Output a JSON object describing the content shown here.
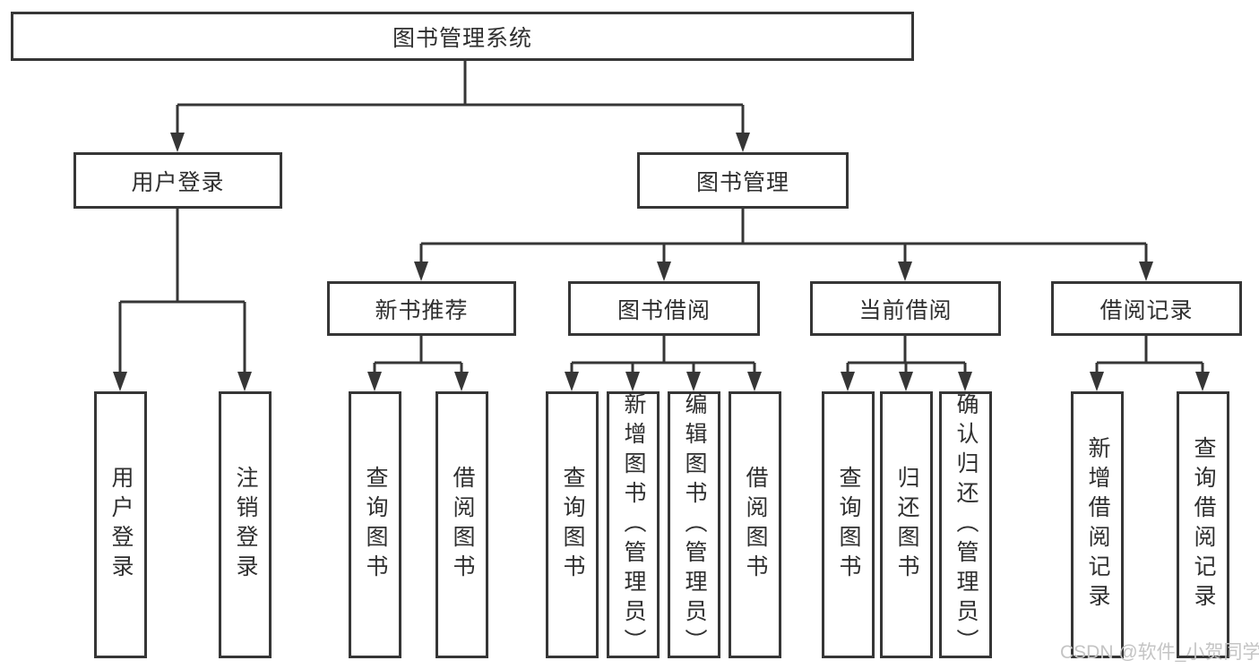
{
  "tree": {
    "label": "图书管理系统",
    "children": [
      {
        "label": "用户登录",
        "children": [
          {
            "label": "用户登录"
          },
          {
            "label": "注销登录"
          }
        ]
      },
      {
        "label": "图书管理",
        "children": [
          {
            "label": "新书推荐",
            "children": [
              {
                "label": "查询图书"
              },
              {
                "label": "借阅图书"
              }
            ]
          },
          {
            "label": "图书借阅",
            "children": [
              {
                "label": "查询图书"
              },
              {
                "label": "新增图书（管理员）"
              },
              {
                "label": "编辑图书（管理员）"
              },
              {
                "label": "借阅图书"
              }
            ]
          },
          {
            "label": "当前借阅",
            "children": [
              {
                "label": "查询图书"
              },
              {
                "label": "归还图书"
              },
              {
                "label": "确认归还（管理员）"
              }
            ]
          },
          {
            "label": "借阅记录",
            "children": [
              {
                "label": "新增借阅记录"
              },
              {
                "label": "查询借阅记录"
              }
            ]
          }
        ]
      }
    ]
  },
  "watermark": {
    "text": "CSDN @软件_小贺同学"
  },
  "colors": {
    "line": "#363636",
    "text": "#2f2f2f",
    "background": "#ffffff",
    "watermark": "#c4c4c4"
  }
}
